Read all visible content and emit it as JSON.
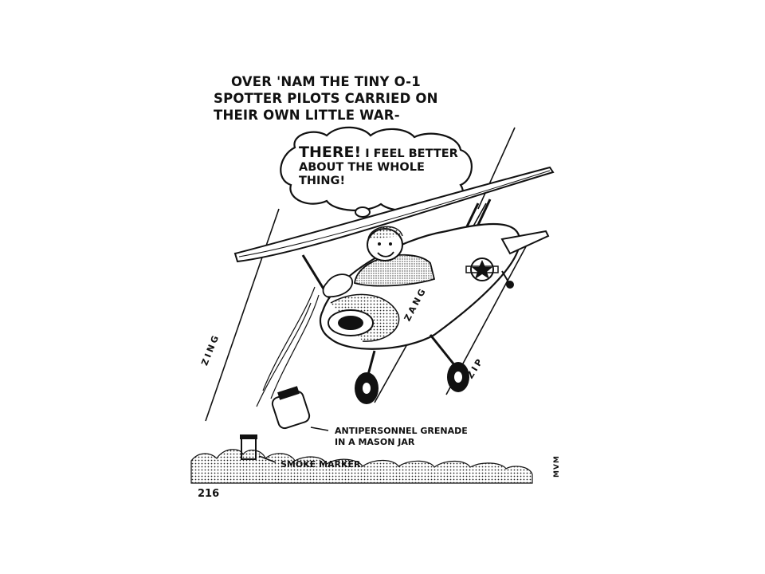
{
  "caption": {
    "line1": "Over 'Nam the tiny O-1",
    "line2": "spotter pilots carried on",
    "line3": "their own little war-"
  },
  "speech_bubble": {
    "exclaim": "THERE!",
    "text": "I feel better about the whole thing!"
  },
  "sound_effects": {
    "zing": "ZING",
    "zang": "ZANG",
    "zip": "ZIP"
  },
  "labels": {
    "grenade_line1": "Antipersonnel grenade",
    "grenade_line2": "in a mason jar",
    "smoke": "Smoke marker"
  },
  "page_number": "216",
  "signature": "MVM"
}
